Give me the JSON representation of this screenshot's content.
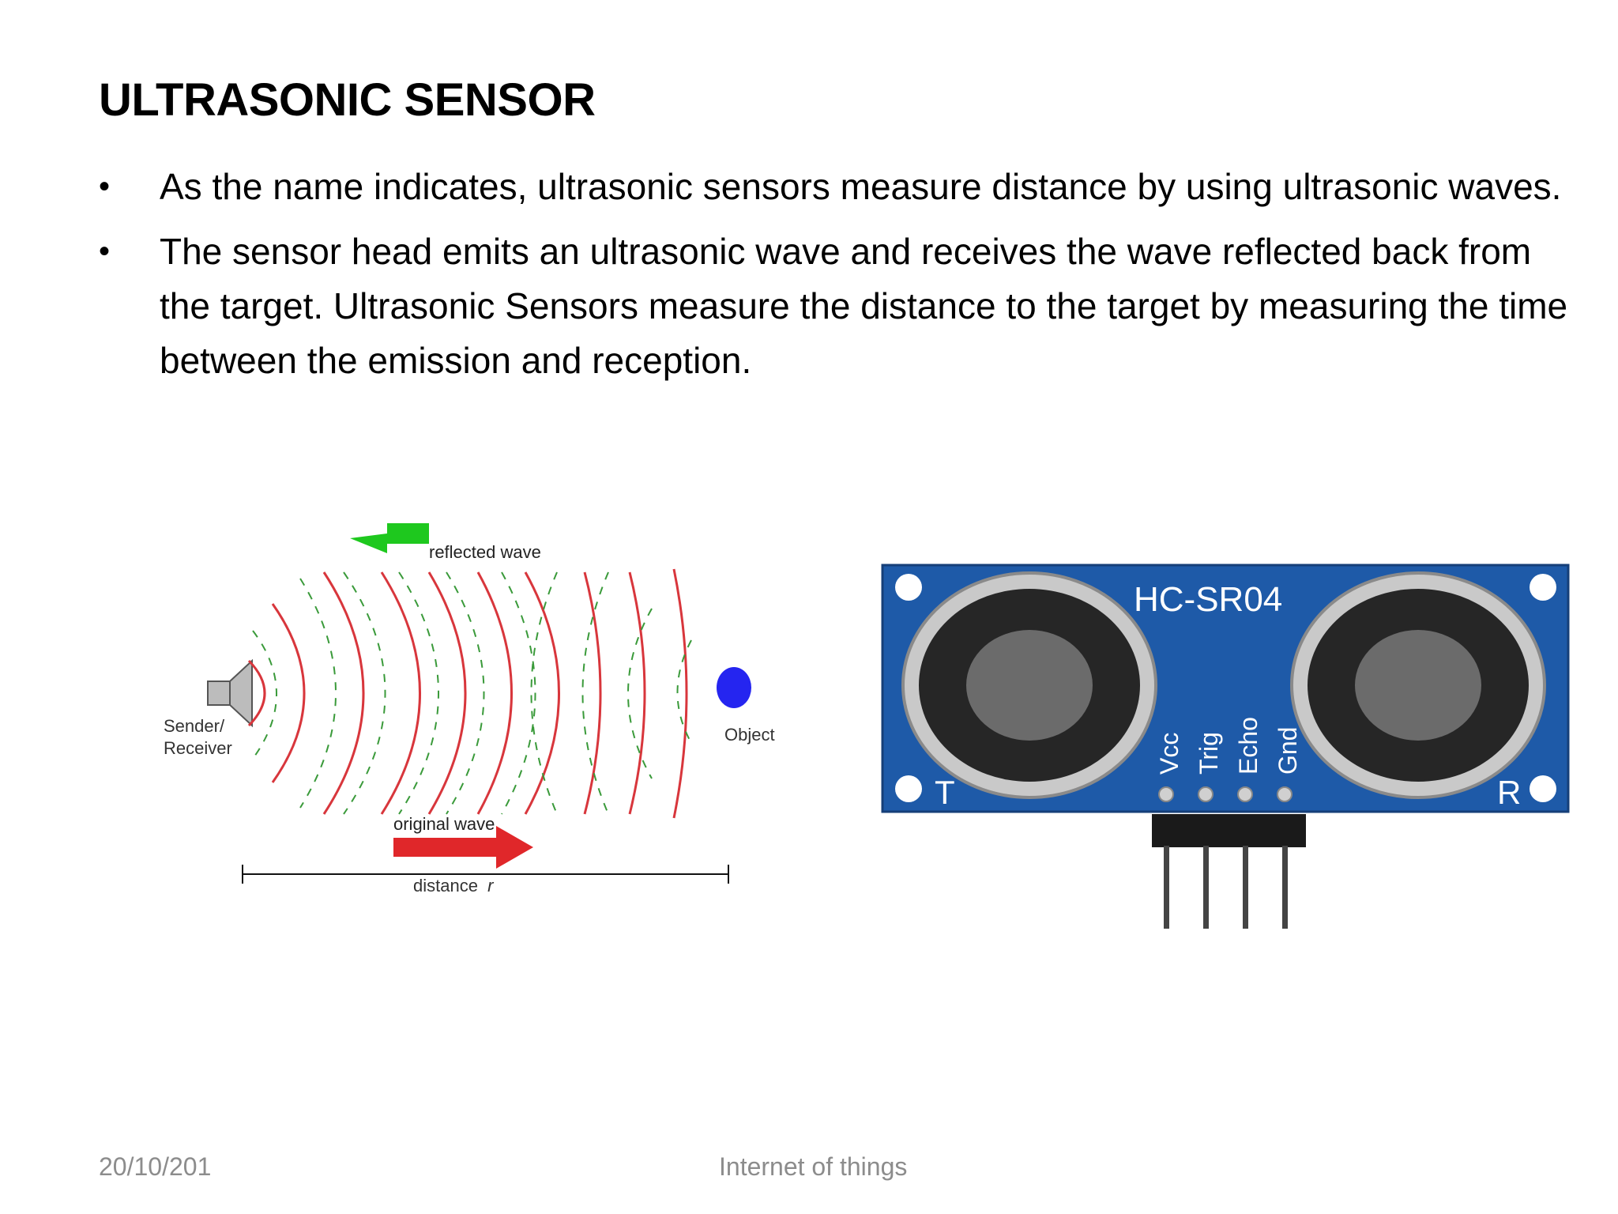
{
  "slide": {
    "title": "ULTRASONIC SENSOR",
    "bullet_symbol": "•",
    "bullets": [
      "As the name indicates, ultrasonic sensors measure distance by using ultrasonic waves.",
      "The sensor head emits an ultrasonic wave and receives the wave reflected back from the target. Ultrasonic Sensors measure the distance to the target by measuring the time between the emission and reception."
    ]
  },
  "diagram": {
    "reflected_label": "reflected wave",
    "original_label": "original wave",
    "sender_label_line1": "Sender/",
    "sender_label_line2": "Receiver",
    "object_label": "Object",
    "distance_label": "distance",
    "distance_symbol": "r",
    "colors": {
      "reflected_arrow": "#1ec81e",
      "original_arrow": "#e0272a",
      "wave_solid": "#d8363c",
      "wave_dashed": "#3a9a3a",
      "object": "#2525f0"
    }
  },
  "module": {
    "model": "HC-SR04",
    "left_marker": "T",
    "right_marker": "R",
    "pins": [
      "Vcc",
      "Trig",
      "Echo",
      "Gnd"
    ],
    "board_color": "#1e5aa8"
  },
  "footer": {
    "date": "20/10/201",
    "title": "Internet of things"
  }
}
